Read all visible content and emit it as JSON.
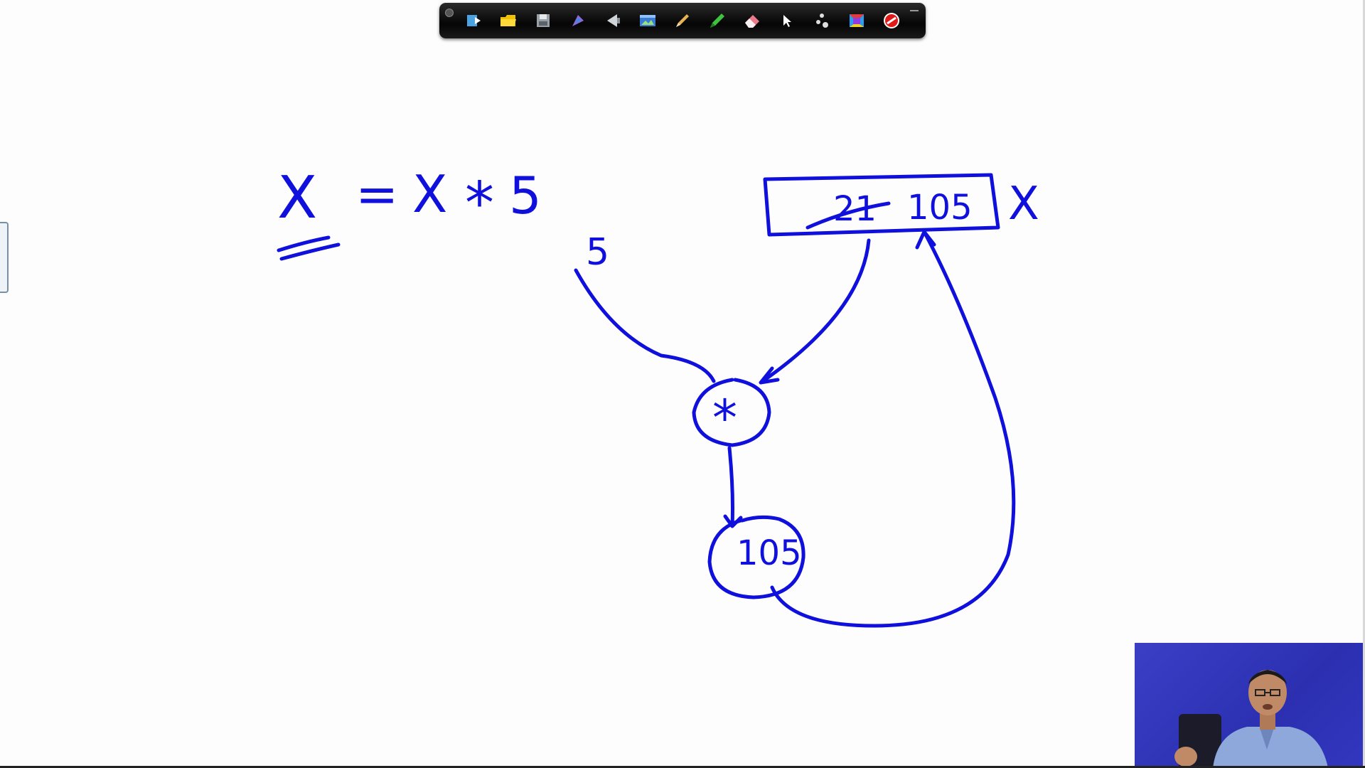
{
  "toolbar": {
    "tools": [
      {
        "name": "next-page-icon",
        "color": "#4aa3e0"
      },
      {
        "name": "folder-icon",
        "color": "#f2c200"
      },
      {
        "name": "save-icon",
        "color": "#9aa0a8"
      },
      {
        "name": "pen-icon",
        "color": "#8a6ad8"
      },
      {
        "name": "previous-icon",
        "color": "#cfd4da"
      },
      {
        "name": "screen-capture-icon",
        "color": "#3a7bd5"
      },
      {
        "name": "pencil-icon",
        "color": "#e6b450"
      },
      {
        "name": "highlighter-icon",
        "color": "#3fc23f"
      },
      {
        "name": "eraser-icon",
        "color": "#e87a8a"
      },
      {
        "name": "pointer-icon",
        "color": "#ffffff"
      },
      {
        "name": "shapes-icon",
        "color": "#dddddd"
      },
      {
        "name": "color-palette-icon",
        "color": "#e23b3b"
      },
      {
        "name": "stop-icon",
        "color": "#e01818"
      }
    ]
  },
  "whiteboard": {
    "ink_color": "#1010dd",
    "equation": {
      "lhs": "X",
      "equals": "=",
      "rhs_var": "X",
      "operator": "*",
      "constant": "5"
    },
    "memory_box": {
      "old_value": "21",
      "new_value": "105",
      "label": "X"
    },
    "input_constant": "5",
    "operator_node": "*",
    "result_node": "105"
  }
}
